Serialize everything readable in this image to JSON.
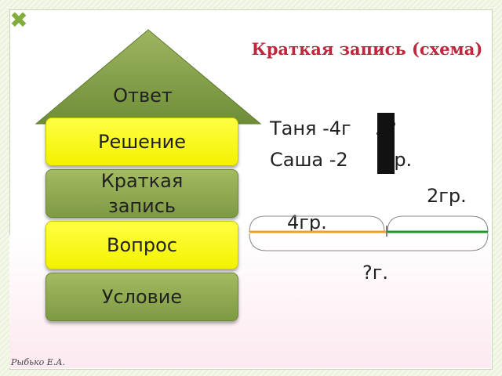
{
  "house": {
    "roof_label": "Ответ",
    "floors": [
      "Решение",
      "Краткая запись",
      "Вопрос",
      "Условие"
    ]
  },
  "title": "Краткая запись (схема)",
  "condition": {
    "line1_prefix": "Таня -4г",
    "line1_suffix": ". ?",
    "line2_prefix": "Саша -2",
    "line2_suffix": "гр."
  },
  "diagram": {
    "label_top_right": "2гр.",
    "label_left": "4гр.",
    "label_total": "?г.",
    "segment_colors": {
      "first": "#f0a020",
      "second": "#1a9a2a"
    }
  },
  "signature": "Рыбько Е.А.",
  "colors": {
    "title": "#c0263d",
    "yellow": "#f4f200",
    "green": "#7e9a43"
  }
}
